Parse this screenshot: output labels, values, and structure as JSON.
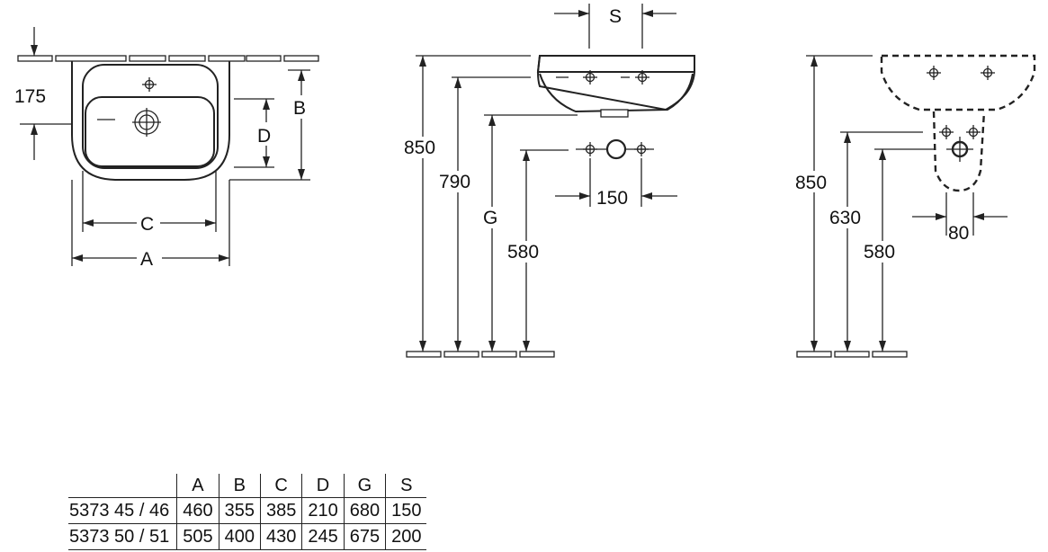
{
  "top_view": {
    "dim_175": "175",
    "label_a": "A",
    "label_b": "B",
    "label_c": "C",
    "label_d": "D"
  },
  "side_view": {
    "label_s": "S",
    "dim_850": "850",
    "dim_790": "790",
    "label_g": "G",
    "dim_580": "580",
    "dim_150": "150"
  },
  "pedestal_view": {
    "dim_850": "850",
    "dim_630": "630",
    "dim_580": "580",
    "dim_80": "80"
  },
  "table": {
    "headers": [
      "",
      "A",
      "B",
      "C",
      "D",
      "G",
      "S"
    ],
    "rows": [
      [
        "5373 45 / 46",
        "460",
        "355",
        "385",
        "210",
        "680",
        "150"
      ],
      [
        "5373 50 / 51",
        "505",
        "400",
        "430",
        "245",
        "675",
        "200"
      ]
    ]
  }
}
